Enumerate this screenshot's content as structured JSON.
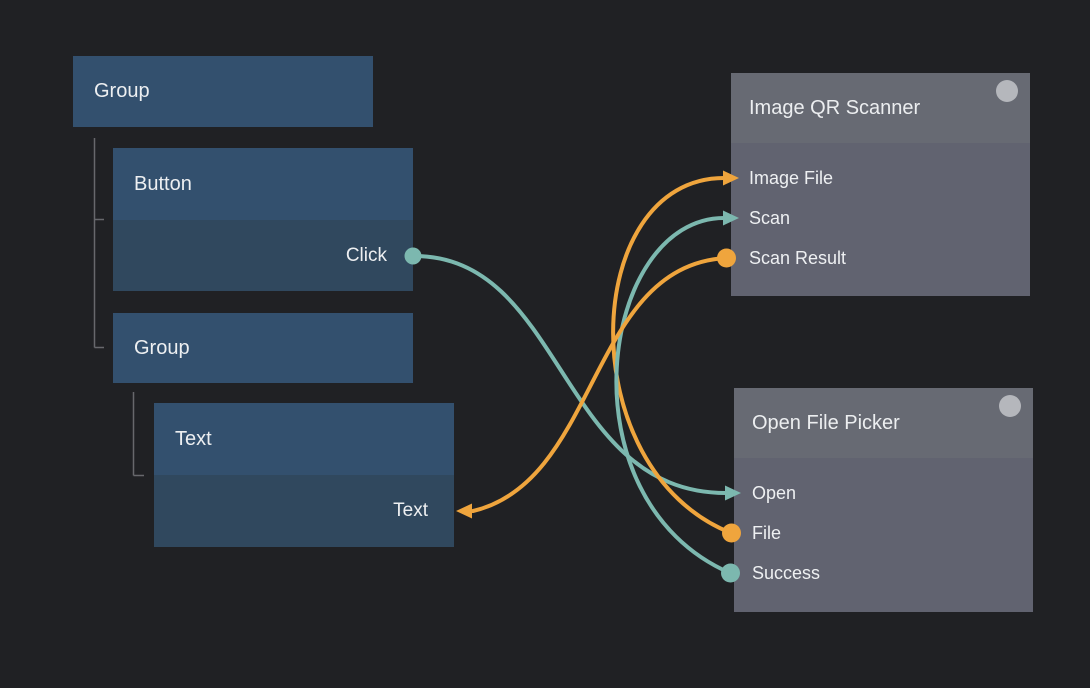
{
  "palette": {
    "background": "#202124",
    "box_header": "#33506e",
    "box_body": "#30485e",
    "node_header": "#676a73",
    "node_body": "#616370",
    "node_dot": "#b5b7bc",
    "tree_line": "#67686c",
    "wire_teal": "#7cb8af",
    "wire_orange": "#efa53d",
    "text": "#edeff1"
  },
  "left_panel": {
    "group_outer": {
      "label": "Group"
    },
    "button": {
      "label": "Button",
      "output_port": "Click"
    },
    "group_inner": {
      "label": "Group"
    },
    "text": {
      "label": "Text",
      "input_port": "Text"
    }
  },
  "right_panel": {
    "qr_scanner": {
      "title": "Image QR Scanner",
      "ports": [
        {
          "label": "Image File",
          "kind": "input",
          "color": "orange"
        },
        {
          "label": "Scan",
          "kind": "input",
          "color": "teal"
        },
        {
          "label": "Scan Result",
          "kind": "output",
          "color": "orange"
        }
      ]
    },
    "file_picker": {
      "title": "Open File Picker",
      "ports": [
        {
          "label": "Open",
          "kind": "input",
          "color": "teal"
        },
        {
          "label": "File",
          "kind": "output",
          "color": "orange"
        },
        {
          "label": "Success",
          "kind": "output",
          "color": "teal"
        }
      ]
    }
  },
  "connections": [
    {
      "from": "Button.Click",
      "to": "Open File Picker.Open",
      "color": "teal"
    },
    {
      "from": "Open File Picker.File",
      "to": "Image QR Scanner.Image File",
      "color": "orange"
    },
    {
      "from": "Open File Picker.Success",
      "to": "Image QR Scanner.Scan",
      "color": "teal"
    },
    {
      "from": "Image QR Scanner.Scan Result",
      "to": "Text.Text",
      "color": "orange"
    }
  ]
}
